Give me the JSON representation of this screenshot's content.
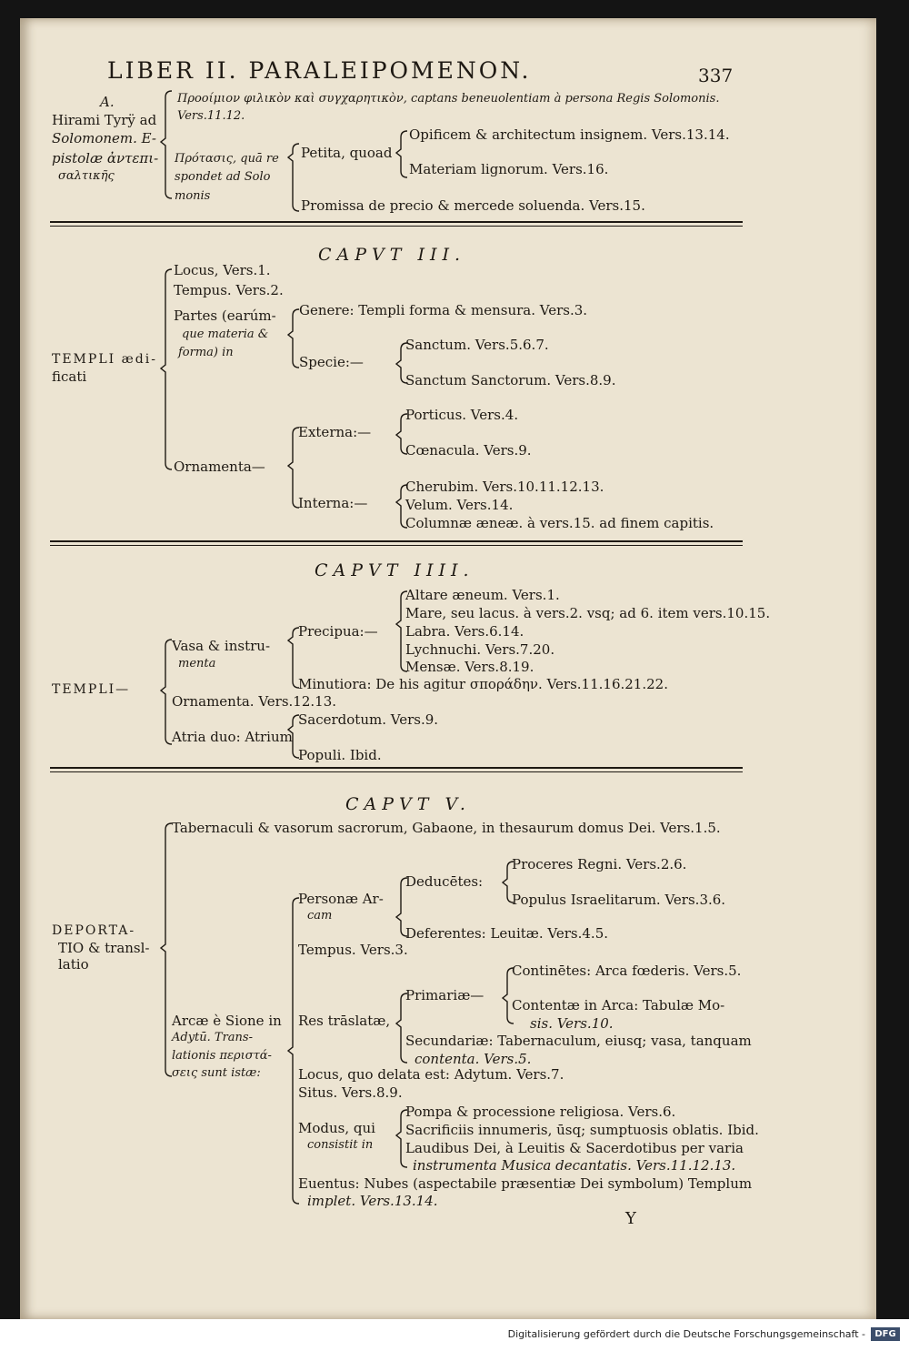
{
  "header": {
    "title": "LIBER II. PARALEIPOMENON.",
    "page_number": "337"
  },
  "section_ii": {
    "letter": "A.",
    "root": [
      "Hirami Tyrÿ ad",
      "Solomonem. E-",
      "pistolæ ἀντεπι-",
      "σαλτικῆς"
    ],
    "proem": "Προοίμιον φιλικὸν καὶ συγχαρητικὸν, captans beneuolentiam à persona Regis Solomonis.",
    "proem_vers": "Vers.11.12.",
    "protasis": [
      "Πρότασις, quā re",
      "spondet ad Solo",
      "monis"
    ],
    "petita": "Petita, quoad",
    "opificem": "Opificem & architectum insignem. Vers.13.14.",
    "materiam": "Materiam lignorum. Vers.16.",
    "promissa": "Promissa de precio & mercede soluenda. Vers.15."
  },
  "caput_iii": {
    "title": "CAPVT III.",
    "root": [
      "TEMPLI ædi-",
      "ficati"
    ],
    "locus": "Locus, Vers.1.",
    "tempus": "Tempus. Vers.2.",
    "partes": [
      "Partes (earúm-",
      "que materia &",
      "forma) in"
    ],
    "genere": "Genere: Templi forma & mensura. Vers.3.",
    "specie": "Specie:—",
    "sanctum": "Sanctum. Vers.5.6.7.",
    "sanctum_sanctorum": "Sanctum Sanctorum. Vers.8.9.",
    "ornamenta": "Ornamenta—",
    "externa": "Externa:—",
    "porticus": "Porticus. Vers.4.",
    "coenacula": "Cœnacula. Vers.9.",
    "interna": "Interna:—",
    "cherubim": "Cherubim. Vers.10.11.12.13.",
    "velum": "Velum. Vers.14.",
    "columnae": "Columnæ æneæ. à vers.15. ad finem capitis."
  },
  "caput_iiii": {
    "title": "CAPVT IIII.",
    "root": "TEMPLI—",
    "vasa": [
      "Vasa & instru-",
      "menta"
    ],
    "precipua": "Precipua:—",
    "altare": "Altare æneum. Vers.1.",
    "mare": "Mare, seu lacus. à vers.2. vsq; ad 6. item vers.10.15.",
    "labra": "Labra. Vers.6.14.",
    "lychnuchi": "Lychnuchi. Vers.7.20.",
    "mensae": "Mensæ. Vers.8.19.",
    "minutiora": "Minutiora: De his agitur σποράδην. Vers.11.16.21.22.",
    "ornamenta": "Ornamenta. Vers.12.13.",
    "atria": "Atria duo: Atrium",
    "sacerdotum": "Sacerdotum. Vers.9.",
    "populi": "Populi. Ibid."
  },
  "caput_v": {
    "title": "CAPVT V.",
    "root": [
      "DEPORTA-",
      "TIO & transl-",
      "latio"
    ],
    "tabernaculi": "Tabernaculi & vasorum sacrorum, Gabaone, in thesaurum domus Dei. Vers.1.5.",
    "personae": [
      "Personæ Ar-",
      "cam"
    ],
    "deducetes": "Deducētes:",
    "proceres": "Proceres Regni. Vers.2.6.",
    "populus": "Populus Israelitarum. Vers.3.6.",
    "deferentes": "Deferentes: Leuitæ. Vers.4.5.",
    "tempus": "Tempus. Vers.3.",
    "res": "Res trāslatæ,",
    "primariae": "Primariæ—",
    "continetes": "Continētes: Arca fœderis. Vers.5.",
    "contentae": [
      "Contentæ in Arca: Tabulæ Mo-",
      "sis. Vers.10."
    ],
    "secundariae": [
      "Secundariæ: Tabernaculum, eiusq; vasa, tanquam",
      "contenta. Vers.5."
    ],
    "arcae": [
      "Arcæ è Sione in",
      "Adytū. Trans-",
      "lationis περιστά-",
      "σεις sunt istæ:"
    ],
    "locus": "Locus, quo delata est: Adytum. Vers.7.",
    "situs": "Situs. Vers.8.9.",
    "modus": [
      "Modus, qui",
      "consistit in"
    ],
    "pompa": "Pompa & processione religiosa. Vers.6.",
    "sacrificiis": "Sacrificiis innumeris, ūsq; sumptuosis oblatis. Ibid.",
    "laudibus": [
      "Laudibus Dei, à Leuitis & Sacerdotibus per varia",
      "instrumenta Musica decantatis. Vers.11.12.13."
    ],
    "euentus": [
      "Euentus: Nubes (aspectabile præsentiæ Dei symbolum) Templum",
      "implet. Vers.13.14."
    ]
  },
  "signature": "Y",
  "footer": {
    "credit": "Digitalisierung gefördert durch die Deutsche Forschungsgemeinschaft -",
    "logo": "DFG"
  }
}
